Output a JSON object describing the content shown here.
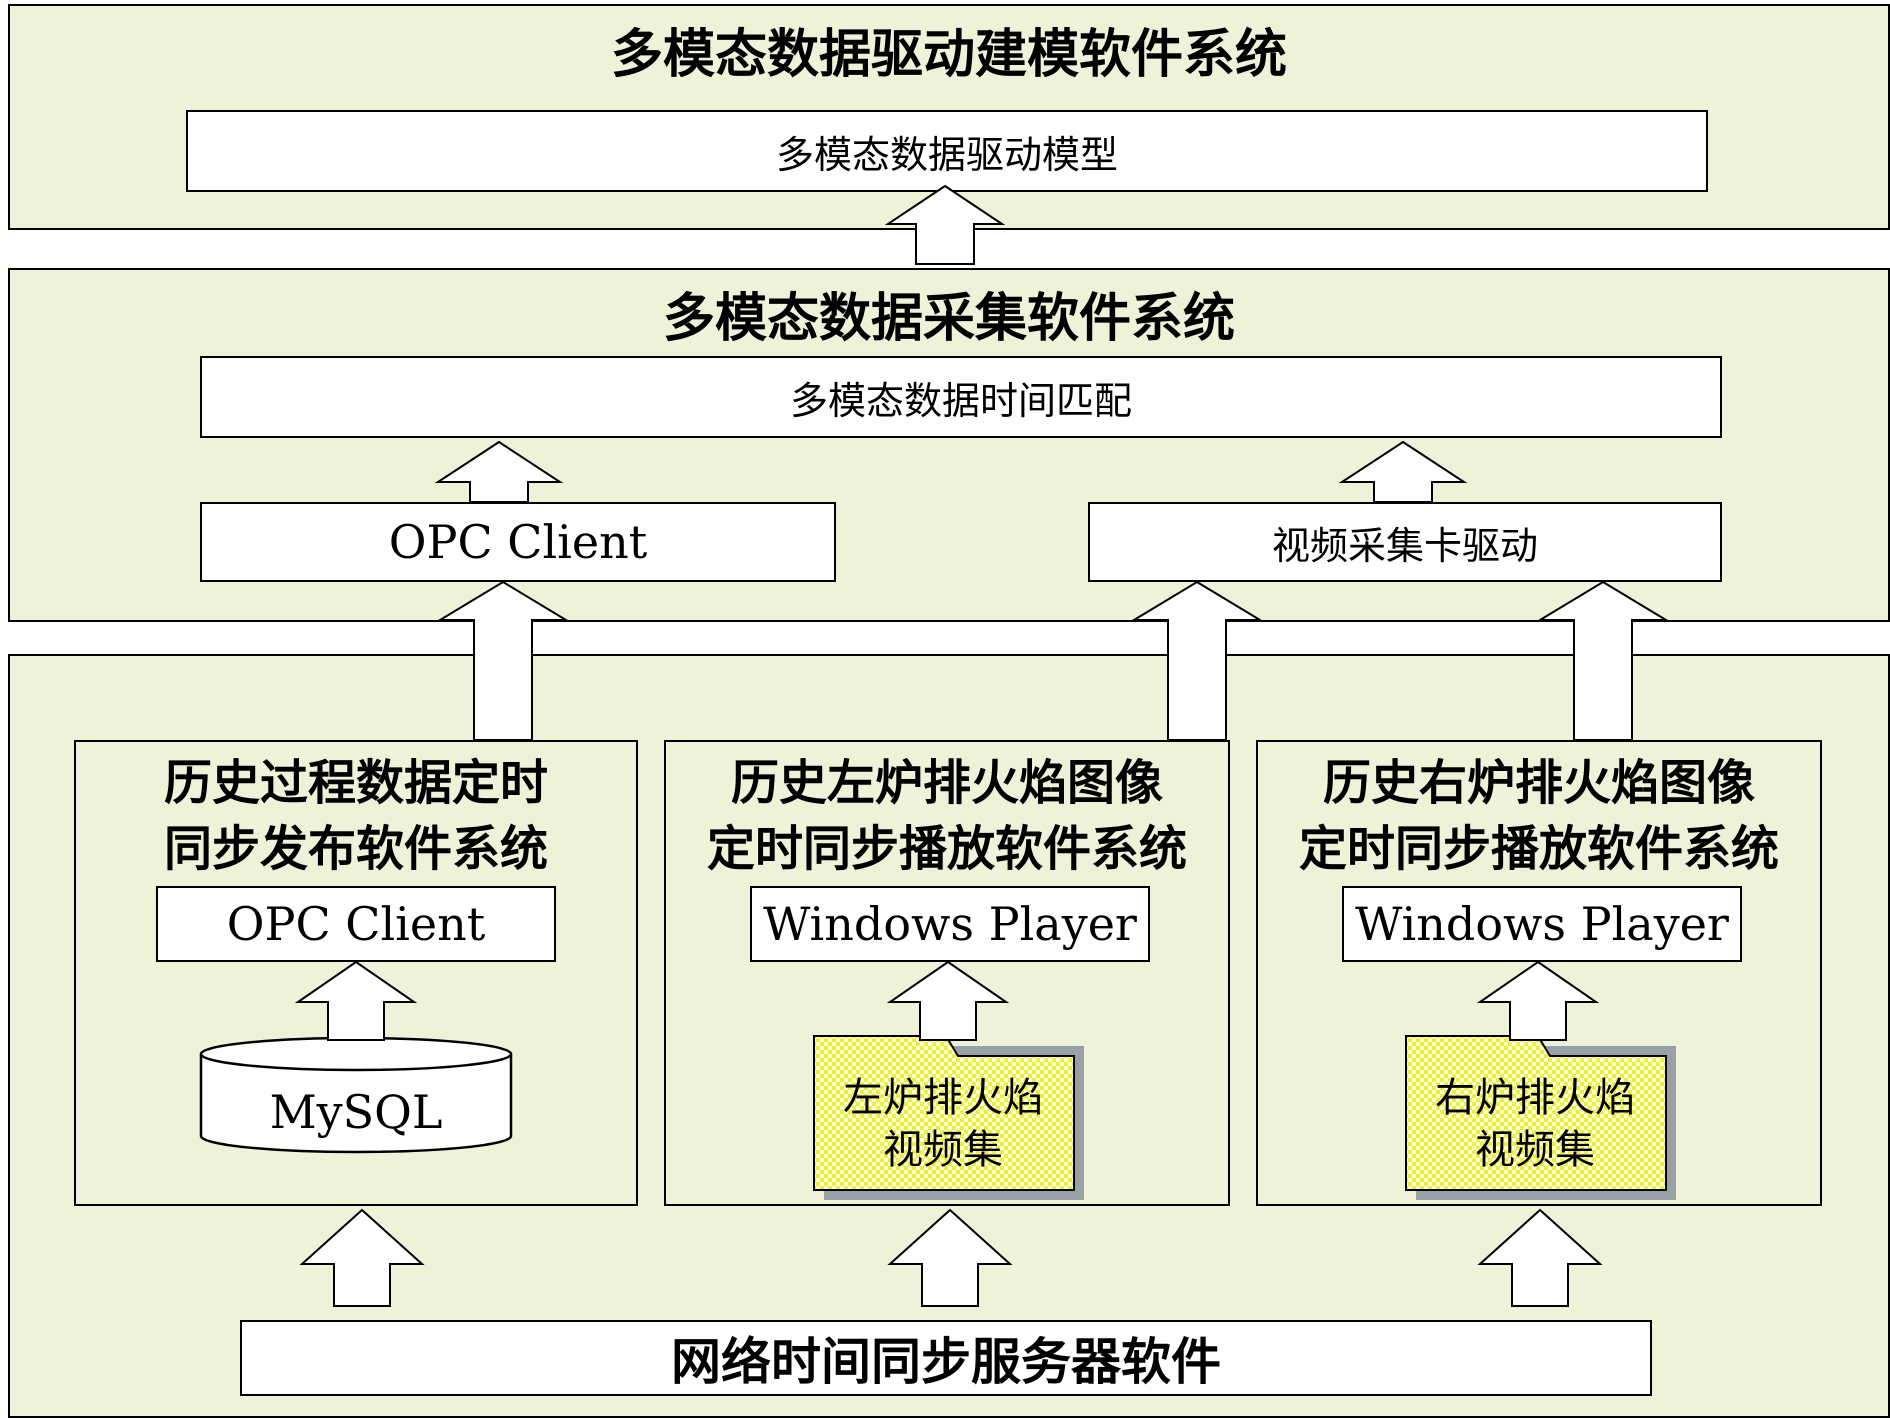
{
  "top_panel": {
    "title": "多模态数据驱动建模软件系统",
    "model_box": "多模态数据驱动模型"
  },
  "middle_panel": {
    "title": "多模态数据采集软件系统",
    "time_match_box": "多模态数据时间匹配",
    "opc_client_box": "OPC Client",
    "video_driver_box": "视频采集卡驱动"
  },
  "bottom_panel": {
    "subsystems": [
      {
        "title_line1": "历史过程数据定时",
        "title_line2": "同步发布软件系统",
        "component": "OPC Client",
        "source": "MySQL"
      },
      {
        "title_line1": "历史左炉排火焰图像",
        "title_line2": "定时同步播放软件系统",
        "component": "Windows Player",
        "source_line1": "左炉排火焰",
        "source_line2": "视频集"
      },
      {
        "title_line1": "历史右炉排火焰图像",
        "title_line2": "定时同步播放软件系统",
        "component": "Windows Player",
        "source_line1": "右炉排火焰",
        "source_line2": "视频集"
      }
    ],
    "ntp_server": "网络时间同步服务器软件"
  },
  "colors": {
    "panel_bg": "#eef2d8",
    "folder_fill_a": "#f2f25a",
    "folder_fill_b": "#ffffd0",
    "folder_shadow": "#9aa0a8"
  }
}
